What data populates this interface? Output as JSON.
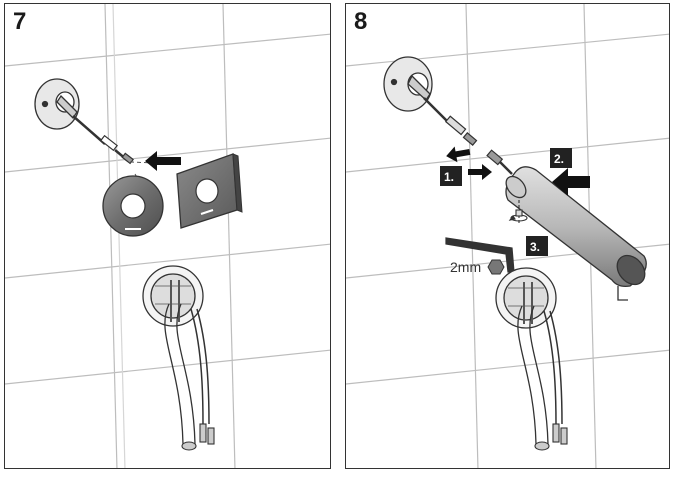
{
  "steps": [
    {
      "number": "7"
    },
    {
      "number": "8"
    }
  ],
  "step8": {
    "callouts": [
      "1.",
      "2.",
      "3."
    ],
    "hex_key_size": "2mm"
  },
  "colors": {
    "line": "#333333",
    "tile_line": "#bbbbbb",
    "label_bg": "#222222",
    "metal_light": "#d4d4d4",
    "metal_dark": "#7a7a7a"
  }
}
